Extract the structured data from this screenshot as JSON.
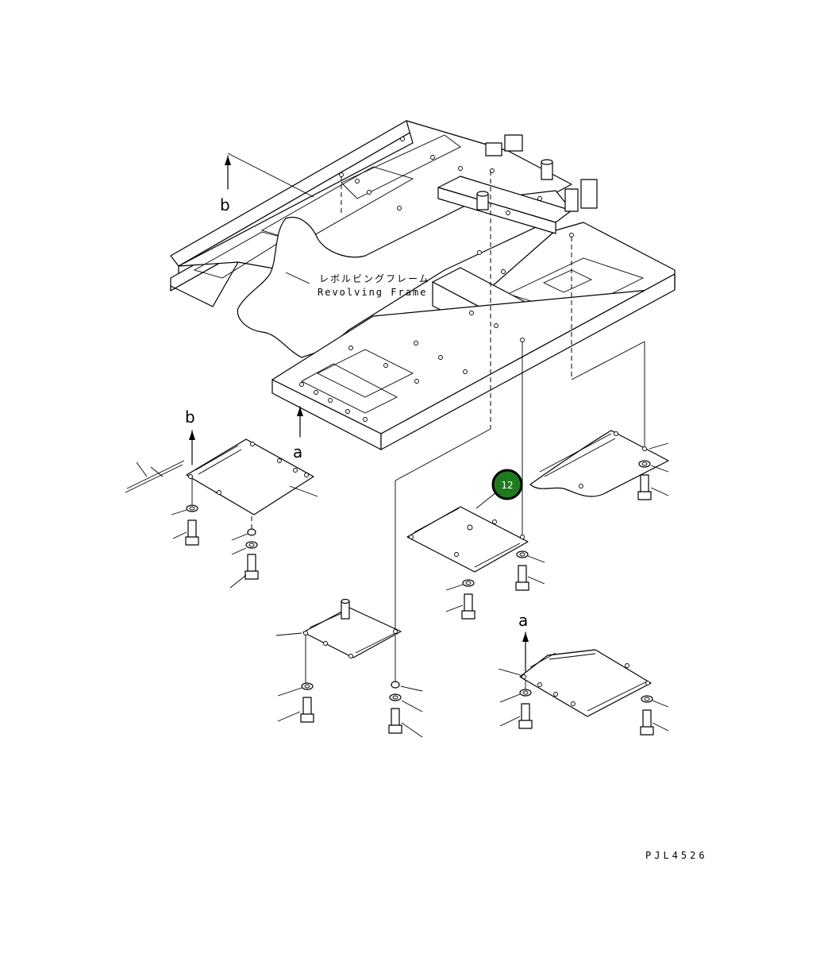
{
  "frame_label": {
    "japanese": "レボルビングフレーム",
    "english": "Revolving Frame"
  },
  "view_markers": {
    "b": "b",
    "a": "a"
  },
  "callout": {
    "number": "12",
    "color": "#1e7a1e",
    "border_color": "#000000"
  },
  "drawing_code": "PJL4526"
}
